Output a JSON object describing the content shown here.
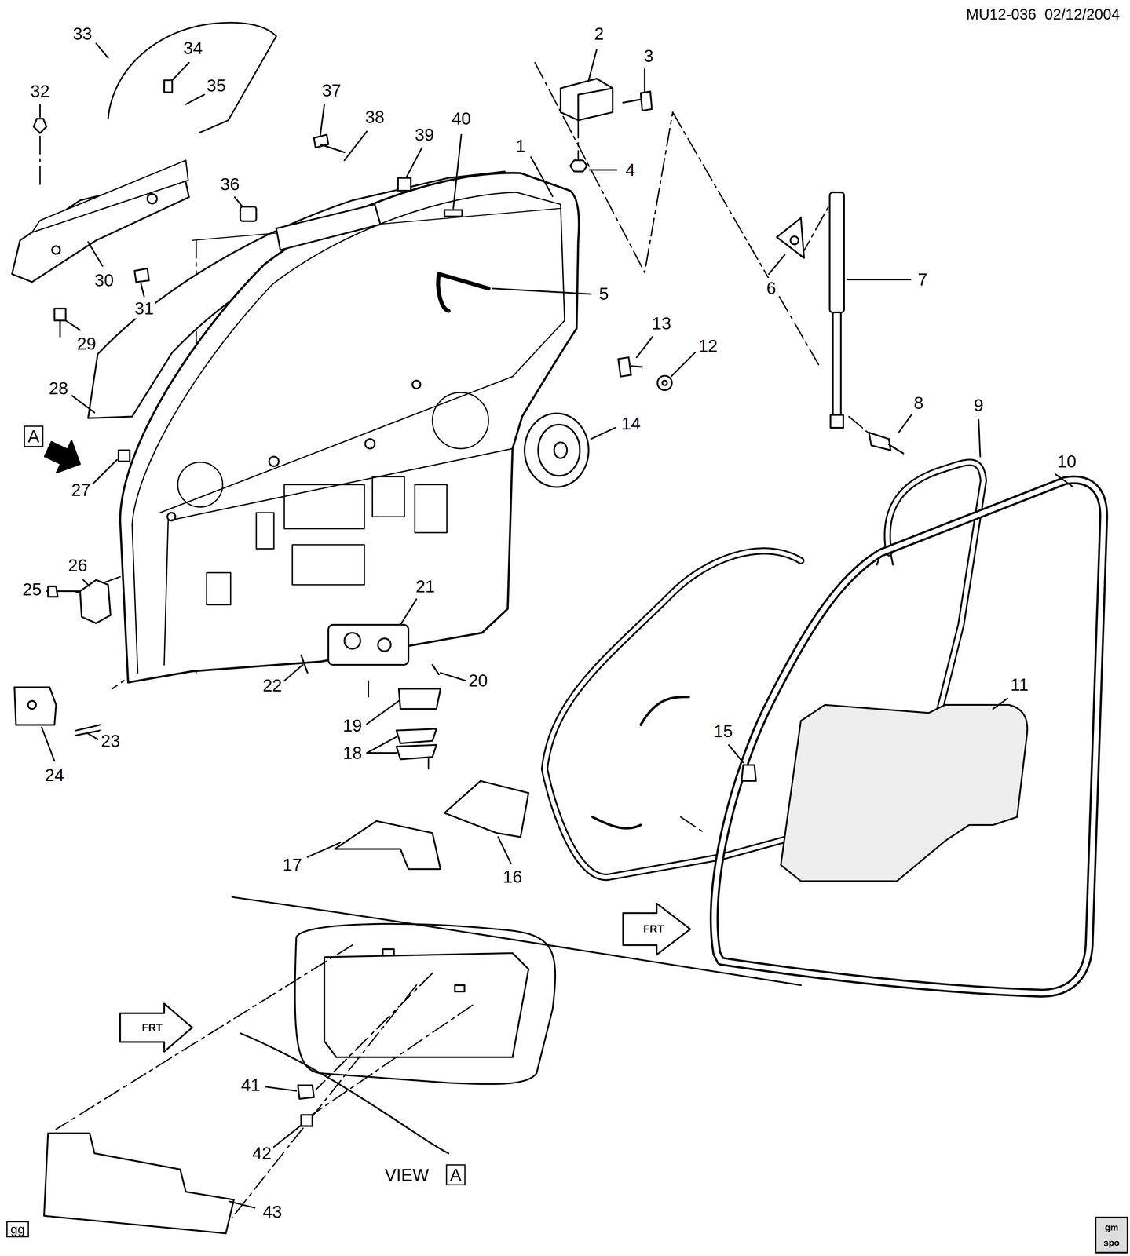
{
  "diagram": {
    "labels": [
      "MU12-036  02/12/2004",
      "1",
      "2",
      "3",
      "4",
      "5",
      "6",
      "7",
      "8",
      "9",
      "10",
      "11",
      "12",
      "13",
      "14",
      "15",
      "16",
      "17",
      "18",
      "19",
      "20",
      "21",
      "22",
      "23",
      "24",
      "25",
      "26",
      "27",
      "28",
      "29",
      "30",
      "31",
      "32",
      "33",
      "34",
      "35",
      "36",
      "37",
      "38",
      "39",
      "40",
      "41",
      "42",
      "43",
      "A",
      "FRT",
      "FRT",
      "VIEW",
      "A",
      "gg",
      "gm",
      "spo"
    ]
  }
}
